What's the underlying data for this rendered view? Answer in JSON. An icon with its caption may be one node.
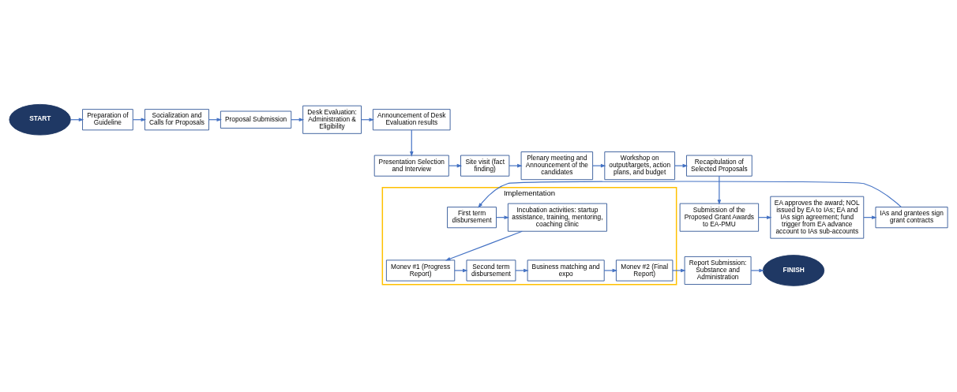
{
  "diagram": {
    "nodes": [
      {
        "text": [
          "START"
        ]
      },
      {
        "text": [
          "Preparation of Guideline"
        ]
      },
      {
        "text": [
          "Socialization and Calls for Proposals"
        ]
      },
      {
        "text": [
          "Proposal Submission"
        ]
      },
      {
        "text": [
          "Desk Evaluation: Administration & Eligibility"
        ]
      },
      {
        "text": [
          "Announcement of Desk Evaluation results"
        ]
      },
      {
        "text": [
          "Presentation Selection and Interview"
        ]
      },
      {
        "text": [
          "Site visit (fact finding)"
        ]
      },
      {
        "text": [
          "Plenary meeting and Announcement of the candidates"
        ]
      },
      {
        "text": [
          "Workshop on output/targets, action plans, and budget"
        ]
      },
      {
        "text": [
          "Recapitulation of Selected Proposals"
        ]
      },
      {
        "text": [
          "Submission of the Proposed Grant Awards to EA-PMU"
        ]
      },
      {
        "text": [
          "EA approves the award; NOL issued by EA to IAs; EA and IAs sign agreement; fund trigger from EA advance account to IAs sub-accounts"
        ]
      },
      {
        "text": [
          "IAs and grantees sign grant contracts"
        ]
      },
      {
        "text": [
          "Implementation"
        ]
      },
      {
        "text": [
          "First term disbursement"
        ],
        "in": 14
      },
      {
        "text": [
          "Incubation activities: startup assistance, training, mentoring, coaching clinic"
        ],
        "in": 14
      },
      {
        "text": [
          "Monev #1 (Progress Report)"
        ],
        "in": 14
      },
      {
        "text": [
          "Second term disbursement"
        ],
        "in": 14
      },
      {
        "text": [
          "Business matching and expo"
        ],
        "in": 14
      },
      {
        "text": [
          "Monev #2 (Final Report)"
        ],
        "in": 14
      },
      {
        "text": [
          "Report Submission: Substance and Administration"
        ]
      },
      {
        "text": [
          "FINISH"
        ]
      }
    ],
    "edges": [
      {
        "from": 0,
        "to": 1,
        "arrow": "to"
      },
      {
        "from": 1,
        "to": 2,
        "arrow": "to"
      },
      {
        "from": 2,
        "to": 3,
        "arrow": "to"
      },
      {
        "from": 3,
        "to": 4,
        "arrow": "to"
      },
      {
        "from": 4,
        "to": 5,
        "arrow": "to"
      },
      {
        "from": 5,
        "to": 6,
        "arrow": "to"
      },
      {
        "from": 6,
        "to": 7,
        "arrow": "to"
      },
      {
        "from": 7,
        "to": 8,
        "arrow": "to"
      },
      {
        "from": 8,
        "to": 9,
        "arrow": "to"
      },
      {
        "from": 9,
        "to": 10,
        "arrow": "to"
      },
      {
        "from": 10,
        "to": 11,
        "arrow": "to"
      },
      {
        "from": 11,
        "to": 12,
        "arrow": "to"
      },
      {
        "from": 12,
        "to": 13,
        "arrow": "to"
      },
      {
        "from": 13,
        "to": 15,
        "arrow": "to"
      },
      {
        "from": 15,
        "to": 16,
        "arrow": "to"
      },
      {
        "from": 16,
        "to": 17,
        "arrow": "to"
      },
      {
        "from": 17,
        "to": 18,
        "arrow": "to"
      },
      {
        "from": 18,
        "to": 19,
        "arrow": "to"
      },
      {
        "from": 19,
        "to": 20,
        "arrow": "to"
      },
      {
        "from": 20,
        "to": 21,
        "arrow": "to"
      },
      {
        "from": 21,
        "to": 22,
        "arrow": "to"
      }
    ]
  }
}
